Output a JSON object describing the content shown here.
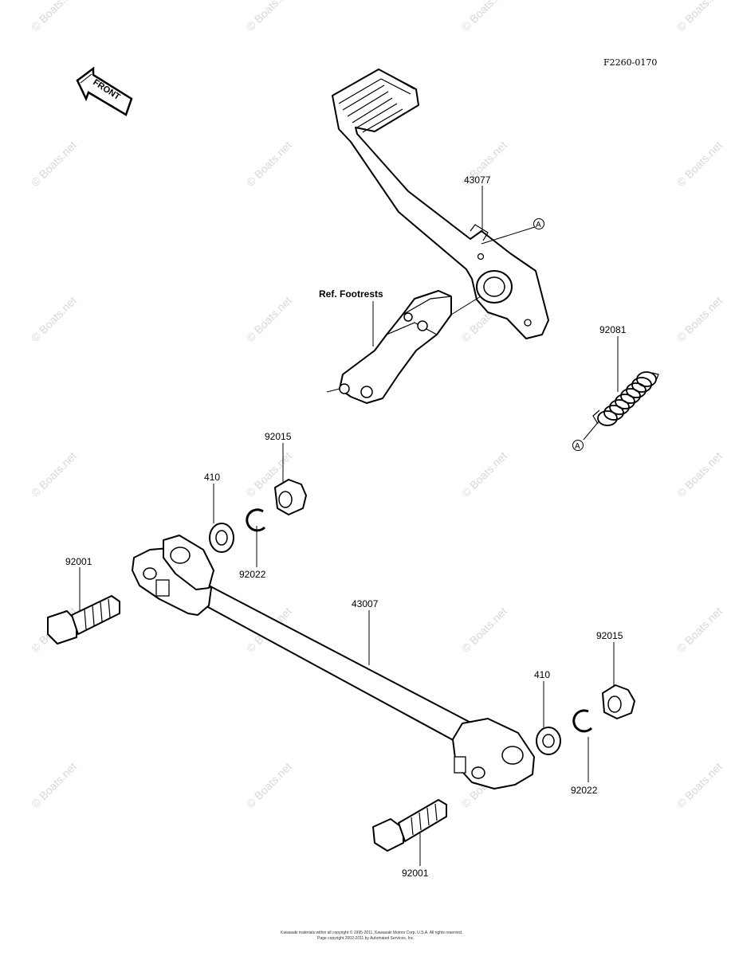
{
  "figure_number": "F2260-0170",
  "front_arrow_label": "FRONT",
  "reference_label": "Ref. Footrests",
  "marker_letter": "A",
  "watermark_text": "© Boats.net",
  "copyright_line1": "Kawasaki materials within all copyright © 1995-2011, Kawasaki Motors Corp. U.S.A. All rights reserved.",
  "copyright_line2": "Page copyright 2002-2011 by Automated Services, Inc.",
  "callouts": {
    "brake_pedal": "43077",
    "spring": "92081",
    "nut_left": "92015",
    "washer_left": "410",
    "clip_left": "92022",
    "bolt_left": "92001",
    "rod": "43007",
    "nut_right": "92015",
    "washer_right": "410",
    "clip_right": "92022",
    "bolt_right": "92001"
  }
}
